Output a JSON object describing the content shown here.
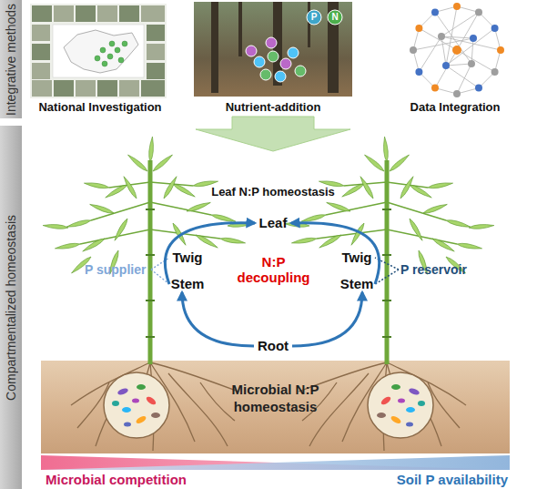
{
  "diagram": {
    "nodes": [
      {
        "text": [
          "Integrative methods"
        ]
      },
      {
        "text": [
          "Compartmentalized homeostasis"
        ]
      },
      {
        "text": [
          "Leaf"
        ]
      },
      {
        "text": [
          "Twig"
        ]
      },
      {
        "text": [
          "Stem"
        ]
      },
      {
        "text": [
          "Twig"
        ]
      },
      {
        "text": [
          "Stem"
        ]
      },
      {
        "text": [
          "Root"
        ]
      },
      {
        "text": [
          "Microbial N:P homeostasis"
        ]
      }
    ],
    "edges": [
      {
        "from": 7,
        "to": 4,
        "arrow": "to"
      },
      {
        "from": 4,
        "to": 2,
        "arrow": "to"
      },
      {
        "from": 7,
        "to": 6,
        "arrow": "to"
      },
      {
        "from": 6,
        "to": 2,
        "arrow": "to"
      }
    ],
    "labels": [
      "P",
      "N",
      "National Investigation",
      "Nutrient-addition",
      "Data Integration",
      "Leaf N:P homeostasis",
      "N:P decoupling",
      "P supplier",
      "P reservoir",
      "Microbial competition",
      "Soil P availability"
    ]
  }
}
